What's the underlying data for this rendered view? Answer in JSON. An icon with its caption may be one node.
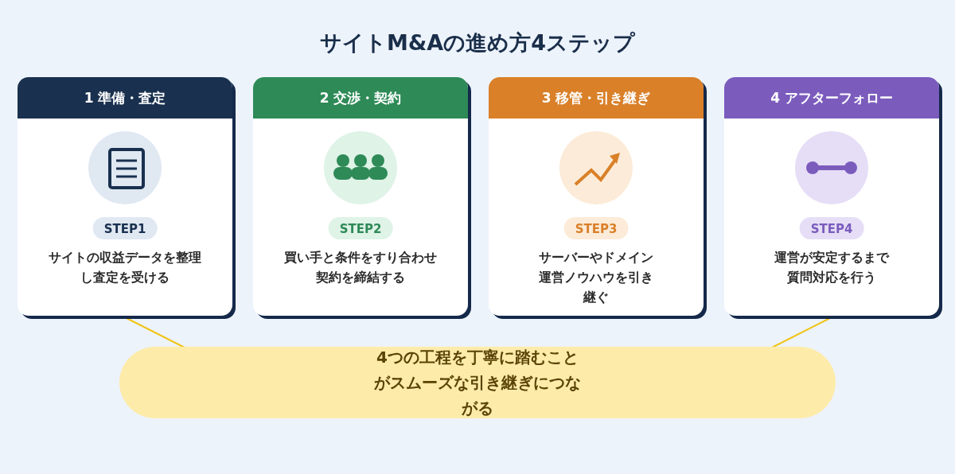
{
  "diagram": {
    "title": "サイトM&Aの進め方4ステップ",
    "nodes": [
      {
        "text": [
          "1 準備・査定",
          "STEP1",
          "サイトの収益データを整理し査定を受ける"
        ]
      },
      {
        "text": [
          "2 交渉・契約",
          "STEP2",
          "買い手と条件をすり合わせ契約を締結する"
        ]
      },
      {
        "text": [
          "3 移管・引き継ぎ",
          "STEP3",
          "サーバーやドメイン運営ノウハウを引き継ぐ"
        ]
      },
      {
        "text": [
          "4 アフターフォロー",
          "STEP4",
          "運営が安定するまで質問対応を行う"
        ]
      },
      {
        "text": [
          "4つの工程を丁寧に踏むことがスムーズな引き継ぎにつながる"
        ]
      }
    ],
    "edges": [
      {
        "from": 0,
        "to": 4,
        "arrow": "none"
      },
      {
        "from": 3,
        "to": 4,
        "arrow": "none"
      }
    ]
  }
}
